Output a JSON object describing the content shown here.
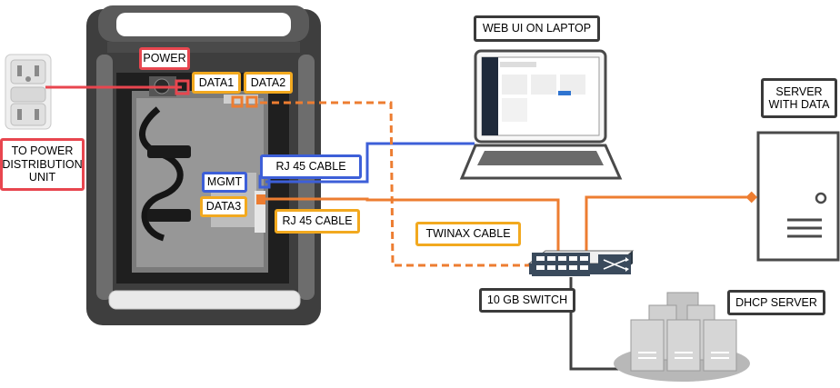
{
  "labels": {
    "power": "POWER",
    "data1": "DATA1",
    "data2": "DATA2",
    "mgmt": "MGMT",
    "data3": "DATA3",
    "rj45_cable_blue": "RJ 45 CABLE",
    "rj45_cable_orange": "RJ 45 CABLE",
    "twinax_cable": "TWINAX CABLE",
    "to_power_distribution_unit": "TO POWER\nDISTRIBUTION\nUNIT",
    "web_ui_on_laptop": "WEB UI ON LAPTOP",
    "server_with_data": "SERVER\nWITH DATA",
    "switch_10gb": "10 GB SWITCH",
    "dhcp_server": "DHCP SERVER"
  },
  "colors": {
    "power_cable": "#e8464f",
    "mgmt_cable": "#3d5fd8",
    "data_cable": "#ed7d31",
    "network_cable": "#404040"
  },
  "icons": [
    "power-outlet-icon",
    "device-chassis-icon",
    "laptop-icon",
    "server-tower-icon",
    "network-switch-icon",
    "server-cluster-icon"
  ]
}
